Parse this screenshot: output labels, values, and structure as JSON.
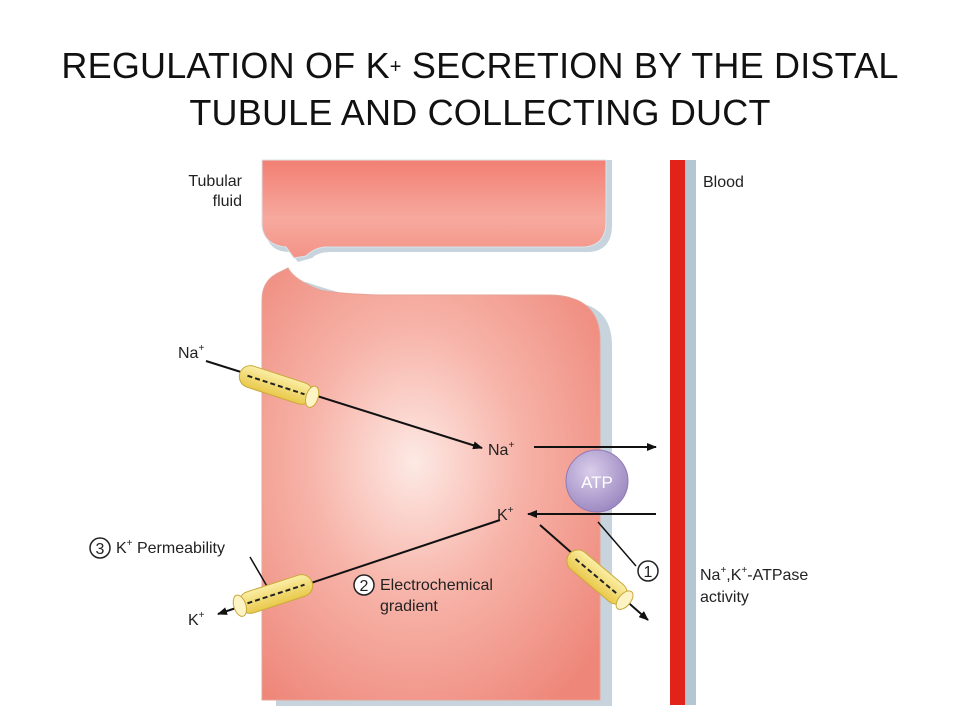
{
  "title": {
    "line1_prefix": "REGULATION OF K",
    "line1_sup": "+",
    "line1_suffix": " SECRETION BY THE DISTAL",
    "line2": "TUBULE AND COLLECTING DUCT"
  },
  "labels": {
    "tubular_fluid_1": "Tubular",
    "tubular_fluid_2": "fluid",
    "blood": "Blood",
    "na_lumen": "Na",
    "na_cell": "Na",
    "plus": "+",
    "atp": "ATP",
    "k_cell": "K",
    "k_lumen": "K",
    "step3_num": "3",
    "step3_text": "K",
    "step3_rest": " Permeability",
    "step2_num": "2",
    "step2_line1": "Electrochemical",
    "step2_line2": "gradient",
    "step1_num": "1",
    "atpase_line1_a": "Na",
    "atpase_line1_b": ",K",
    "atpase_line1_c": "-ATPase",
    "atpase_line2": "activity"
  },
  "colors": {
    "cell_fill": "#f08f85",
    "cell_edge": "#c7d3dc",
    "blood_vessel": "#e2231a",
    "vessel_shadow": "#aebfcc",
    "channel": "#f7e27a",
    "atp_fill": "#a997c9"
  }
}
